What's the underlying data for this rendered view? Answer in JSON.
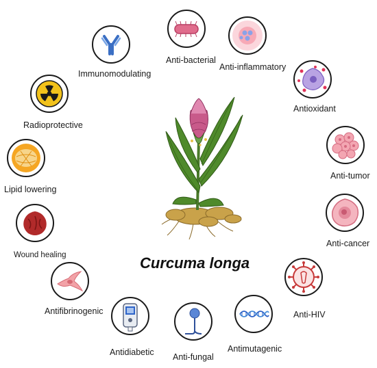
{
  "title": "Curcuma longa",
  "properties": [
    {
      "label": "Immunomodulating",
      "icon": "antibody-icon"
    },
    {
      "label": "Anti-bacterial",
      "icon": "bacterium-icon"
    },
    {
      "label": "Anti-inflammatory",
      "icon": "inflamed-cells-icon"
    },
    {
      "label": "Antioxidant",
      "icon": "oxidative-cell-icon"
    },
    {
      "label": "Radioprotective",
      "icon": "radiation-icon"
    },
    {
      "label": "Anti-tumor",
      "icon": "tumor-cells-icon"
    },
    {
      "label": "Lipid lowering",
      "icon": "fat-cell-icon"
    },
    {
      "label": "Anti-cancer",
      "icon": "cancer-cell-icon"
    },
    {
      "label": "Wound healing",
      "icon": "wound-tissue-icon"
    },
    {
      "label": "Antifibrinogenic",
      "icon": "fibroblast-icon"
    },
    {
      "label": "Anti-HIV",
      "icon": "hiv-virus-icon"
    },
    {
      "label": "Antidiabetic",
      "icon": "glucose-meter-icon"
    },
    {
      "label": "Anti-fungal",
      "icon": "fungus-icon"
    },
    {
      "label": "Antimutagenic",
      "icon": "dna-icon"
    }
  ],
  "colors": {
    "outline": "#1a1a1a",
    "leaf": "#4f8a2b",
    "flower": "#c85a8a",
    "rhizome": "#c9a24a"
  }
}
